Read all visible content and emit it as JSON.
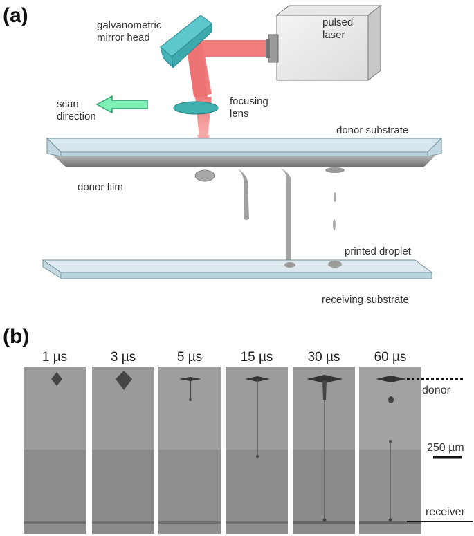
{
  "panel_a": {
    "label": "(a)",
    "galvo_label": "galvanometric\nmirror head",
    "laser_label": "pulsed\nlaser",
    "lens_label": "focusing\nlens",
    "scan_label": "scan\ndirection",
    "donor_substrate_label": "donor substrate",
    "donor_film_label": "donor film",
    "printed_droplet_label": "printed droplet",
    "receiving_substrate_label": "receiving substrate"
  },
  "panel_b": {
    "label": "(b)",
    "times": [
      "1 µs",
      "3 µs",
      "5 µs",
      "15 µs",
      "30 µs",
      "60 µs"
    ],
    "donor_label": "donor",
    "scale_label": "250 µm",
    "receiver_label": "receiver"
  },
  "colors": {
    "beam": "#f07c7c",
    "mirror": "#5ec8cc",
    "arrow": "#7ef0b8",
    "substrate": "#b9d3dd",
    "film": "#8f8f8f"
  }
}
